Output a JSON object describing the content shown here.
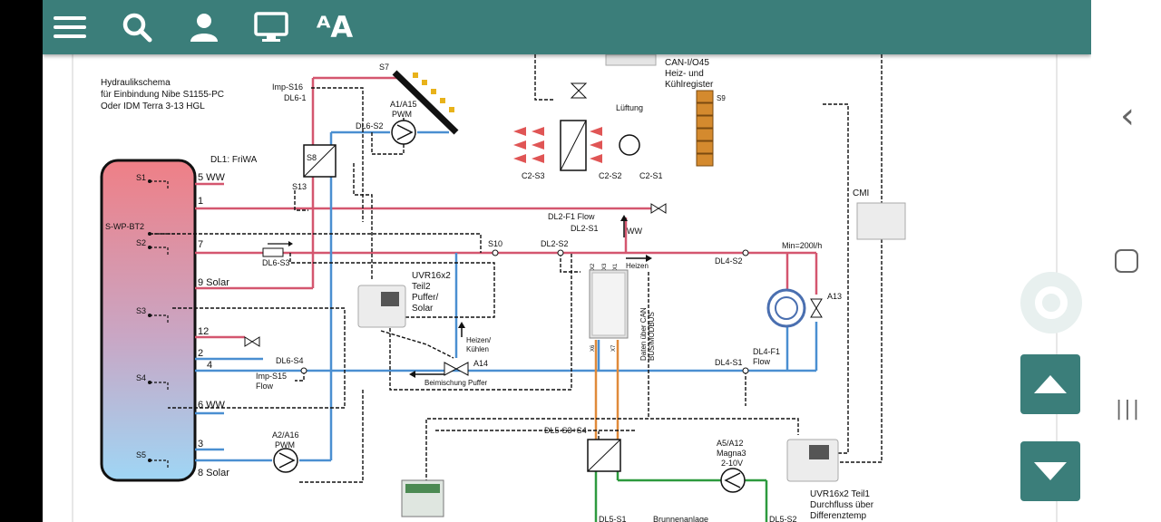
{
  "toolbar": {
    "items": [
      "menu-icon",
      "search-icon",
      "person-icon",
      "monitor-icon",
      "text-size-icon"
    ],
    "text_size_glyph": "ᴬA"
  },
  "diagram": {
    "title_lines": [
      "Hydraulikschema",
      "für Einbindung Nibe S1155-PC",
      "Oder IDM Terra 3-13 HGL"
    ],
    "tank_left_labels": [
      "S1",
      "S-WP-BT2",
      "S2",
      "S3",
      "S4",
      "S5"
    ],
    "tank_right_labels": [
      "5 WW",
      "1",
      "7",
      "9 Solar",
      "12",
      "2",
      "4",
      "6 WW",
      "3",
      "8 Solar"
    ],
    "sensor_labels": {
      "s7": "S7",
      "imp_s16": "Imp-S16",
      "dl6_1": "DL6-1",
      "dl6_s2": "DL6-S2",
      "a1_a15": "A1/A15",
      "pwm1": "PWM",
      "s8": "S8",
      "s13": "S13",
      "dl1": "DL1: FriWA",
      "dl6_s3": "DL6-S3",
      "s10": "S10",
      "dl2_s2": "DL2-S2",
      "dl2_f1": "DL2-F1 Flow",
      "dl2_s1": "DL2-S1",
      "ww": "WW",
      "heizen": "Heizen",
      "dl4_s2": "DL4-S2",
      "min_flow": "Min=200l/h",
      "a13": "A13",
      "dl4_s1": "DL4-S1",
      "dl4_f1": "DL4-F1",
      "flow": "Flow",
      "uvr_teil2_lines": [
        "UVR16x2",
        "Teil2",
        "Puffer/",
        "Solar"
      ],
      "heizen_kuehlen_lines": [
        "Heizen/",
        "Kühlen"
      ],
      "a14": "A14",
      "beimischung": "Beimischung Puffer",
      "dl6_s4": "DL6-S4",
      "imp_s15": "Imp-S15",
      "flow2": "Flow",
      "a2_a16": "A2/A16",
      "pwm2": "PWM",
      "dl5_s3_s4": "DL5-S3+S4",
      "a5_a12_lines": [
        "A5/A12",
        "Magna3",
        "2-10V"
      ],
      "uvr_teil1_lines": [
        "UVR16x2 Teil1",
        "Durchfluss über",
        "Differenztemp"
      ],
      "dl5_s1": "DL5-S1",
      "brunnenanlage": "Brunnenanlage",
      "dl5_s2": "DL5-S2",
      "daten_lines": [
        "Daten über CAN",
        "BUS/MODBUS"
      ],
      "can_lines": [
        "CAN-I/O45",
        "Heiz- und",
        "Kühlregister"
      ],
      "s9": "S9",
      "lueftung": "Lüftung",
      "c2_s3": "C2-S3",
      "c2_s2": "C2-S2",
      "c2_s1": "C2-S1",
      "cmi": "CMI",
      "x1": "X1",
      "x2": "X2",
      "x3": "X3",
      "x6": "X6",
      "x7": "X7"
    }
  },
  "colors": {
    "topbar": "#3b7e7a",
    "hot_pipe": "#d4566f",
    "cold_pipe": "#4a8fd1",
    "ground_pipe": "#2d9a3e",
    "brine_pipe": "#e08a3a"
  },
  "side_nav": {
    "back": "‹",
    "home": "○",
    "recents": "|||"
  }
}
